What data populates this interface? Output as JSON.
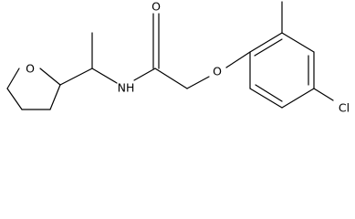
{
  "molecule": {
    "atoms": {
      "ring_oxygen": "O",
      "amide_nitrogen": "NH",
      "carbonyl_oxygen": "O",
      "ether_oxygen": "O",
      "chlorine": "Cl"
    }
  }
}
